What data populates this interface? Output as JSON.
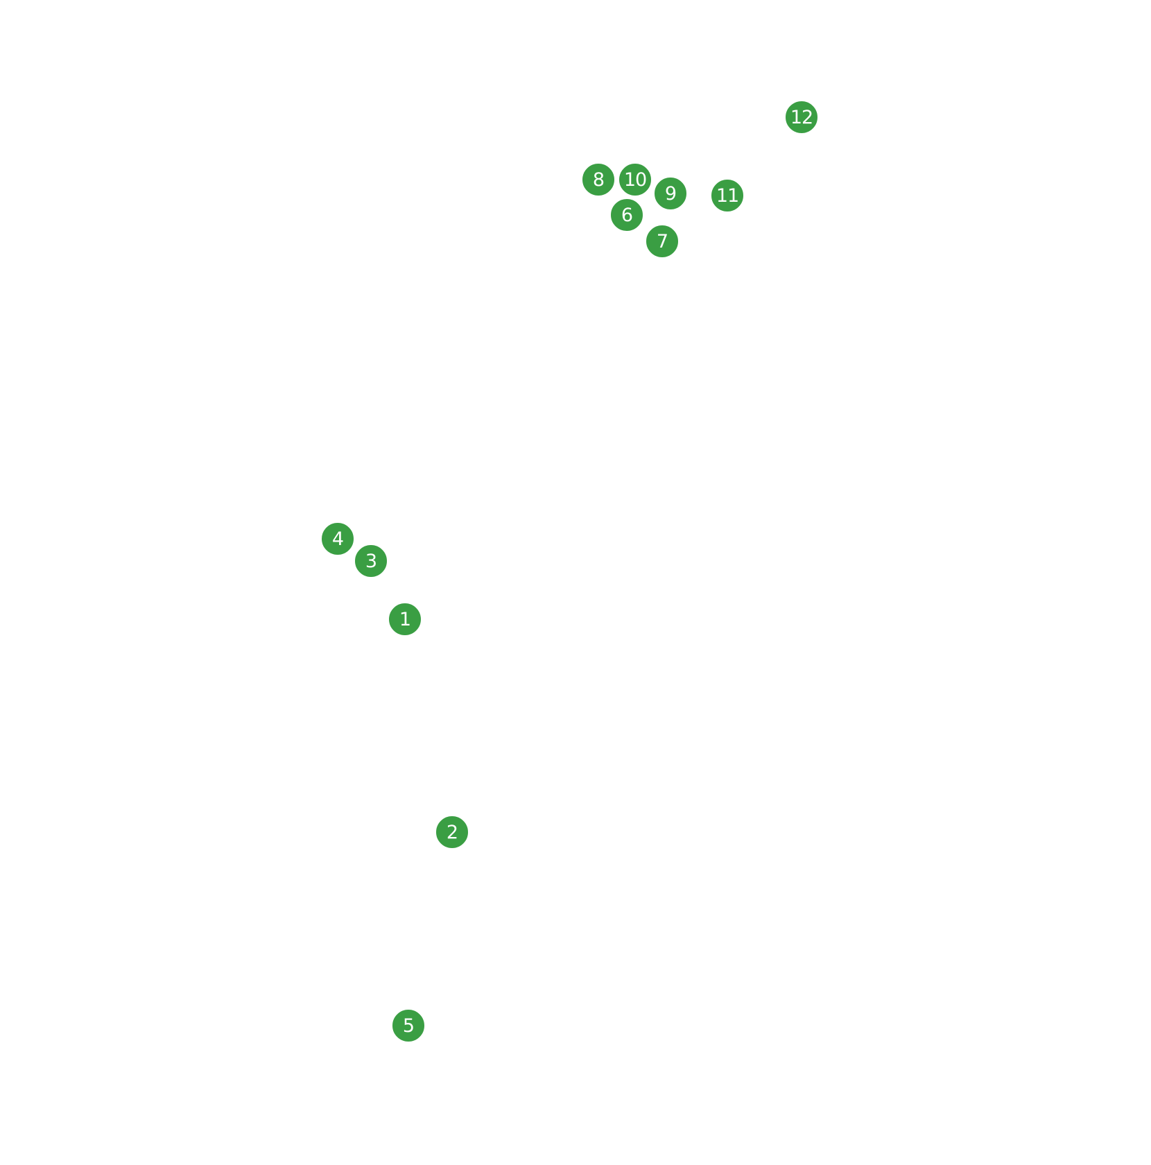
{
  "map": {
    "marker_color": "#3a9e43",
    "marker_outline_color": "#ffffff",
    "marker_label_color": "#ffffff",
    "markers": [
      {
        "label": "1"
      },
      {
        "label": "2"
      },
      {
        "label": "3"
      },
      {
        "label": "4"
      },
      {
        "label": "5"
      },
      {
        "label": "6"
      },
      {
        "label": "7"
      },
      {
        "label": "8"
      },
      {
        "label": "9"
      },
      {
        "label": "10"
      },
      {
        "label": "11"
      },
      {
        "label": "12"
      }
    ]
  }
}
